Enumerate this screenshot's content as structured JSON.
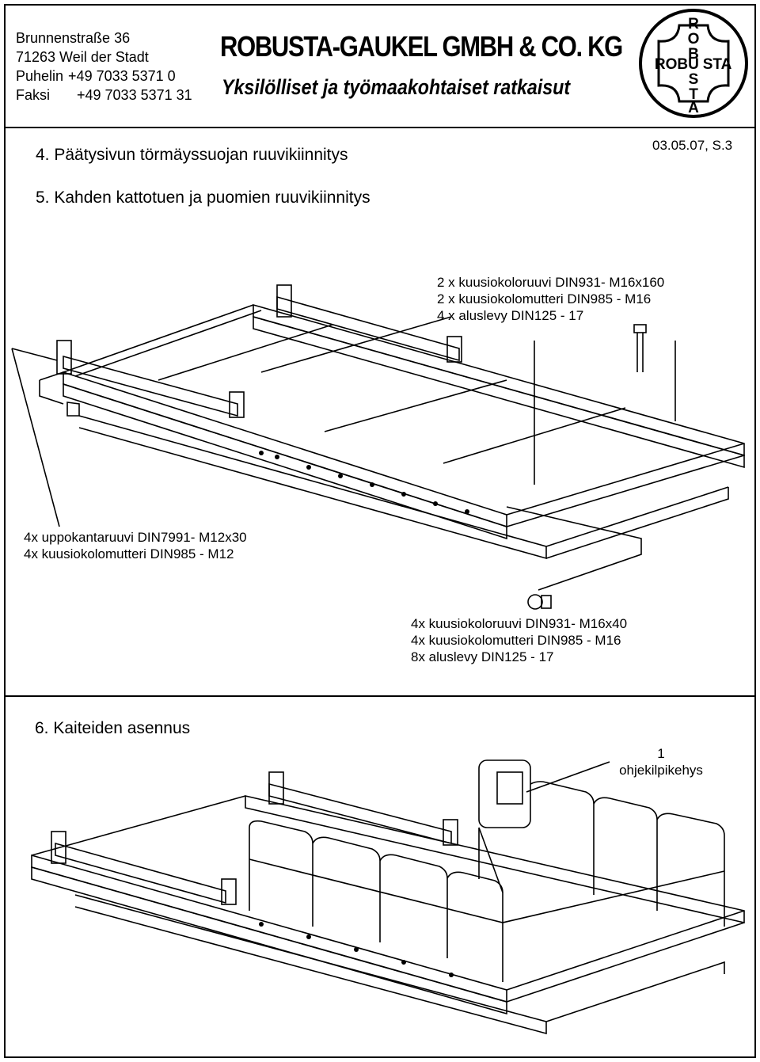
{
  "header": {
    "address": [
      "Brunnenstraße 36",
      "71263 Weil der Stadt"
    ],
    "phone_label": "Puhelin",
    "phone": "+49 7033 5371 0",
    "fax_label": "Faksi",
    "fax": "+49 7033 5371 31",
    "company": "ROBUSTA-GAUKEL GMBH & CO. KG",
    "slogan": "Yksilölliset ja työmaakohtaiset ratkaisut",
    "logo_text": "ROBUSTA"
  },
  "section4": {
    "title": "4. Päätysivun törmäyssuojan ruuvikiinnitys",
    "page_ref": "03.05.07, S.3"
  },
  "section5": {
    "title": "5. Kahden kattotuen ja puomien ruuvikiinnitys",
    "note_top": [
      "2 x kuusiokoloruuvi DIN931- M16x160",
      "2 x kuusiokolomutteri DIN985 - M16",
      "4 x aluslevy DIN125 - 17"
    ],
    "note_left": [
      "4x uppokantaruuvi DIN7991- M12x30",
      "4x kuusiokolomutteri DIN985 - M12"
    ],
    "note_bottom": [
      "4x kuusiokoloruuvi DIN931- M16x40",
      "4x kuusiokolomutteri DIN985 - M16",
      "8x aluslevy DIN125 - 17"
    ]
  },
  "section6": {
    "title": "6. Kaiteiden asennus",
    "note": [
      "1",
      "ohjekilpikehys"
    ]
  }
}
